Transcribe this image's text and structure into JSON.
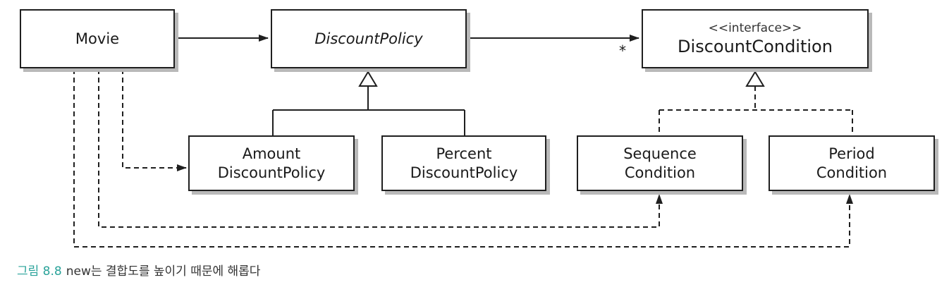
{
  "classes": {
    "movie": {
      "name": "Movie"
    },
    "discount_policy": {
      "name": "DiscountPolicy"
    },
    "discount_condition": {
      "stereotype": "<<interface>>",
      "name": "DiscountCondition"
    },
    "amount_discount_policy": {
      "line1": "Amount",
      "line2": "DiscountPolicy"
    },
    "percent_discount_policy": {
      "line1": "Percent",
      "line2": "DiscountPolicy"
    },
    "sequence_condition": {
      "line1": "Sequence",
      "line2": "Condition"
    },
    "period_condition": {
      "line1": "Period",
      "line2": "Condition"
    }
  },
  "multiplicity": "*",
  "caption": {
    "number": "그림 8.8",
    "text": "new는 결합도를 높이기 때문에 해롭다"
  },
  "colors": {
    "line": "#1f1f1f",
    "shadow": "#b9b9b9",
    "caption_number": "#2aa39a"
  }
}
